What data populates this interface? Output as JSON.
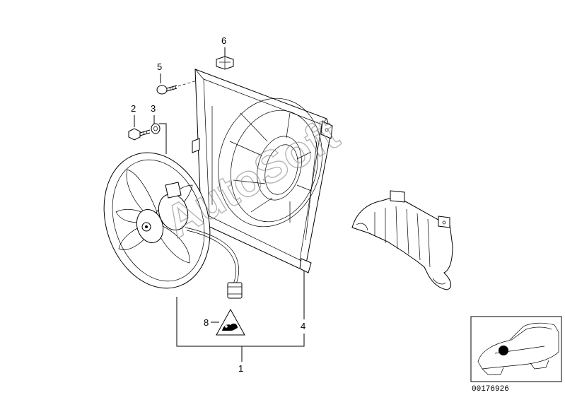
{
  "callouts": {
    "c1": "1",
    "c2": "2",
    "c3": "3",
    "c4": "4",
    "c5": "5",
    "c6": "6",
    "c8": "8"
  },
  "watermark": "AutoSoft",
  "reference_number": "00176926"
}
